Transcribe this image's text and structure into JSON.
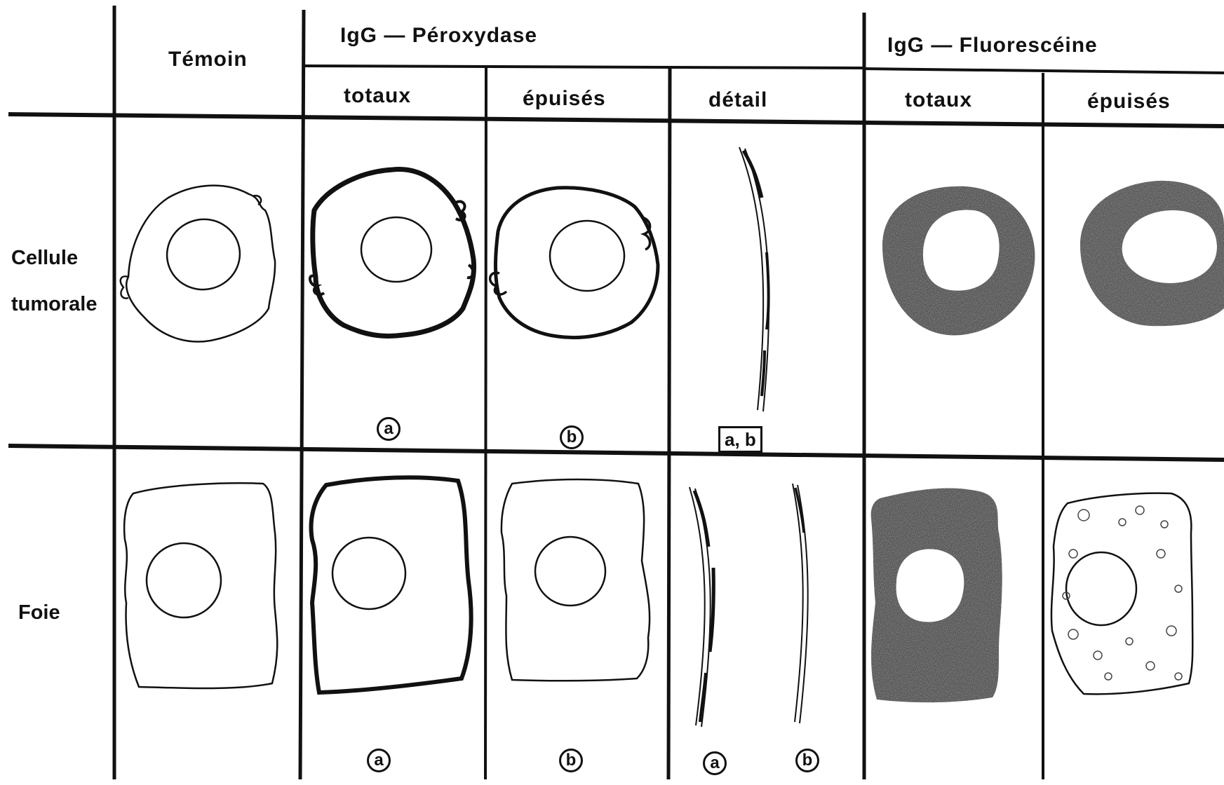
{
  "headers": {
    "temoin": "Témoin",
    "peroxydase": "IgG — Péroxydase",
    "fluoresceine": "IgG — Fluorescéine",
    "totaux_1": "totaux",
    "epuises_1": "épuisés",
    "detail": "détail",
    "totaux_2": "totaux",
    "epuises_2": "épuisés"
  },
  "rows": {
    "cellule": "Cellule",
    "tumorale": "tumorale",
    "foie": "Foie"
  },
  "markers": {
    "tumor_totaux": "a",
    "tumor_epuises": "b",
    "tumor_detail": "a, b",
    "foie_totaux": "a",
    "foie_epuises": "b",
    "foie_detail_a": "a",
    "foie_detail_b": "b"
  },
  "colors": {
    "ink": "#111111",
    "paper": "#ffffff",
    "stain": "#1e1e1e"
  }
}
